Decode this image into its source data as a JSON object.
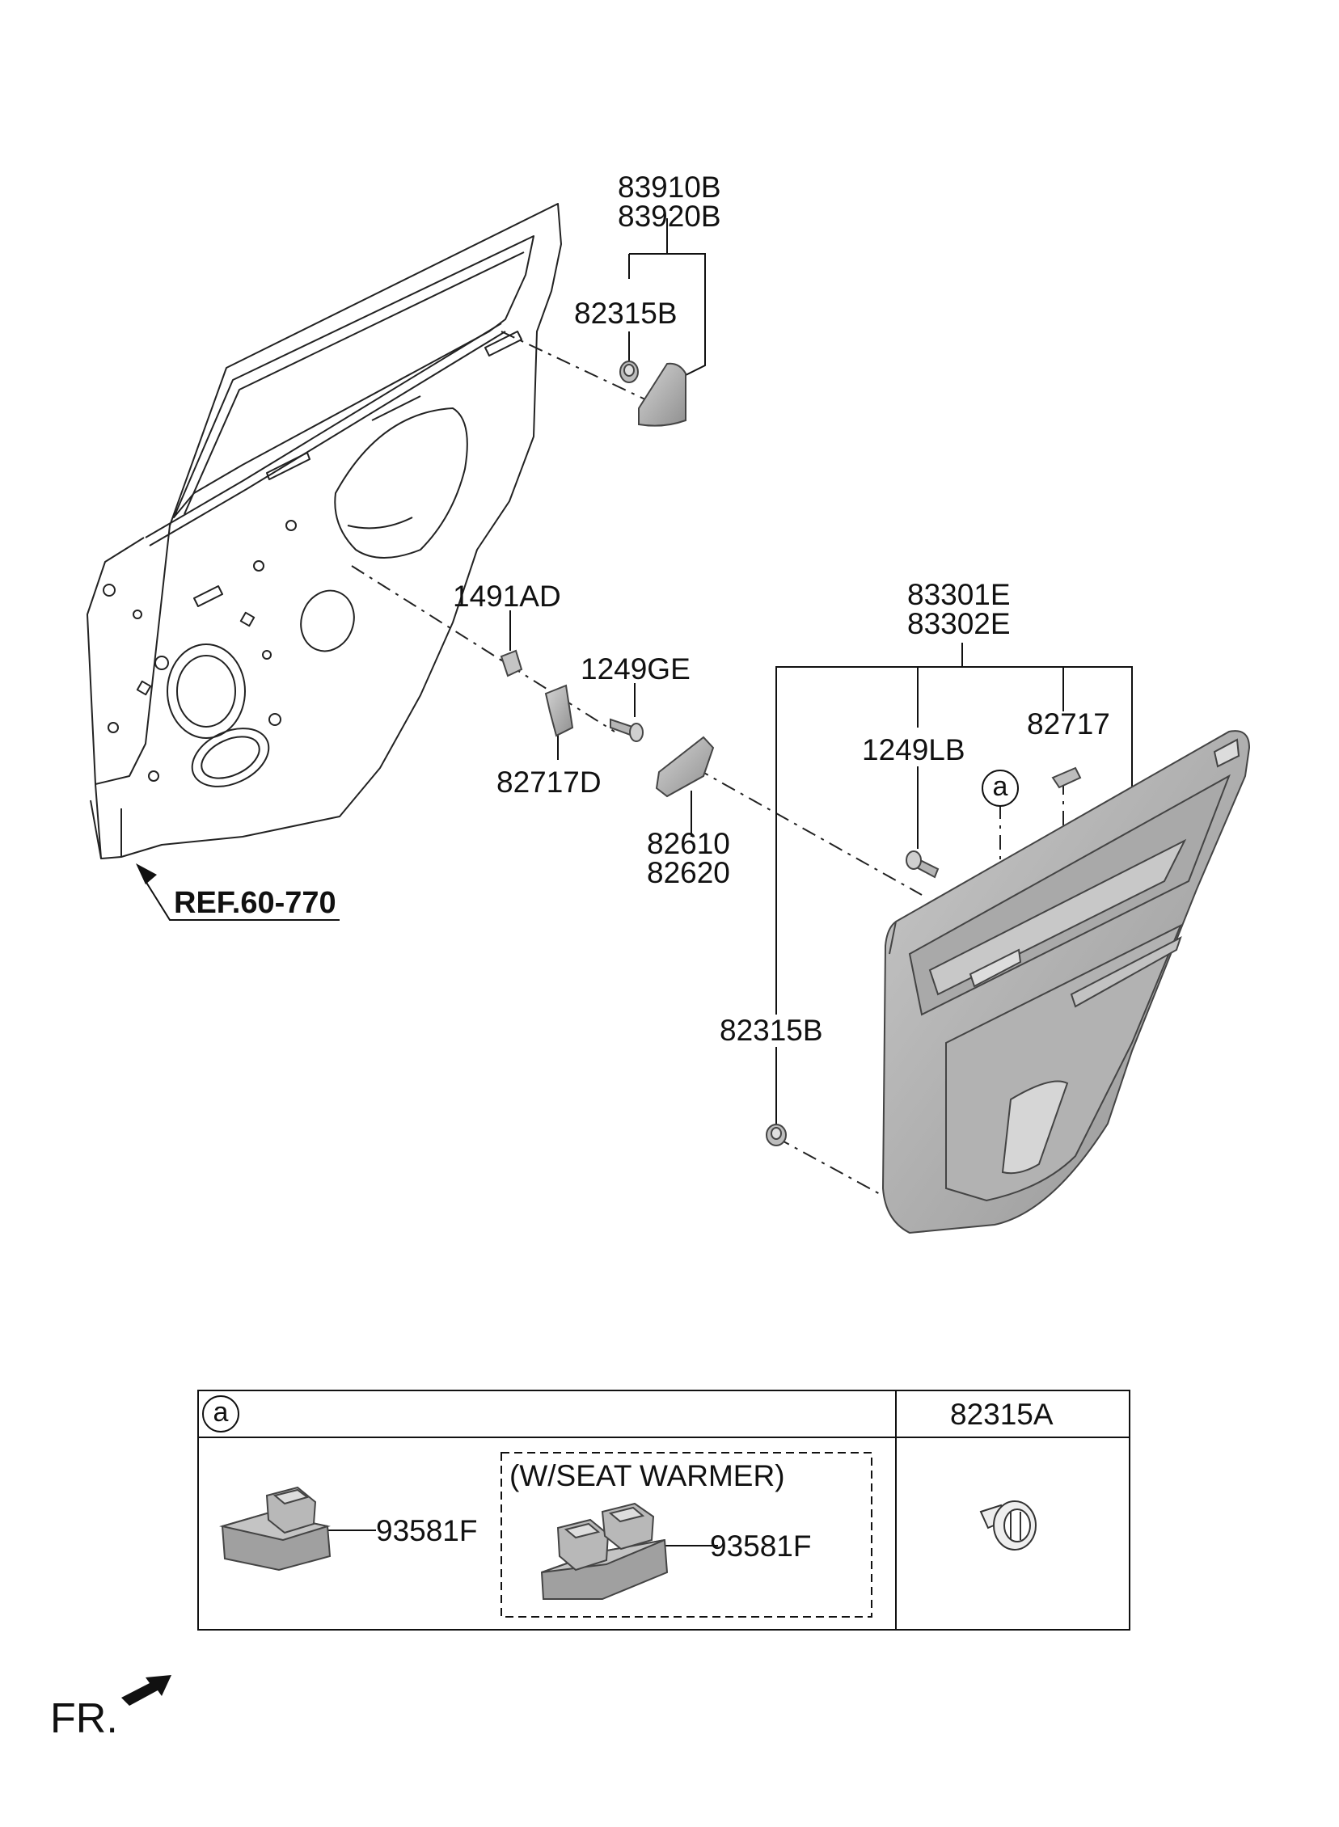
{
  "parts": {
    "glass_trim": [
      "83910B",
      "83920B"
    ],
    "clip_upper": "82315B",
    "clip_lower": "82315B",
    "retainer": "1491AD",
    "screw_upper": "1249GE",
    "bracket": "82717D",
    "inside_handle": [
      "82610",
      "82620"
    ],
    "trim_panel": [
      "83301E",
      "83302E"
    ],
    "screw_panel": "1249LB",
    "clip_panel": "82717"
  },
  "reference": "REF.60-770",
  "callout_marker": "a",
  "front_indicator": "FR.",
  "table": {
    "header_marker": "a",
    "header_part": "82315A",
    "switch_label": "93581F",
    "option_title": "(W/SEAT WARMER)",
    "option_switch_label": "93581F"
  },
  "colors": {
    "line": "#111111",
    "part_fill": "#b8b8b8",
    "part_dark": "#8a8a8a",
    "part_light": "#d8d8d8"
  }
}
